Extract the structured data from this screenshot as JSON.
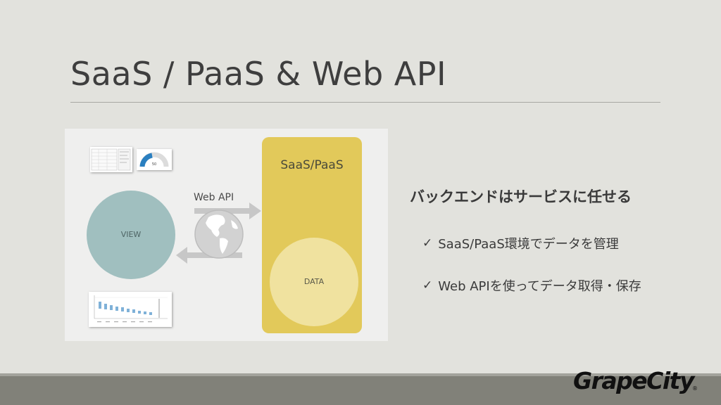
{
  "slide": {
    "title": "SaaS / PaaS & Web API"
  },
  "diagram": {
    "saas_label": "SaaS/PaaS",
    "data_label": "DATA",
    "view_label": "VIEW",
    "webapi_label": "Web API",
    "gauge_value": "50",
    "colors": {
      "saas_panel": "#e2c95a",
      "data_circle": "#f0e29f",
      "view_circle": "#a0bfbf",
      "arrow": "#c7c7c7",
      "gauge_arc": "#2a7fc0"
    }
  },
  "bullets": {
    "heading": "バックエンドはサービスに任せる",
    "items": [
      "SaaS/PaaS環境でデータを管理",
      "Web APIを使ってデータ取得・保存"
    ]
  },
  "footer": {
    "logo_text": "GrapeCity",
    "logo_mark": "®"
  },
  "icons": {
    "check": "check-icon",
    "globe": "globe-icon"
  }
}
